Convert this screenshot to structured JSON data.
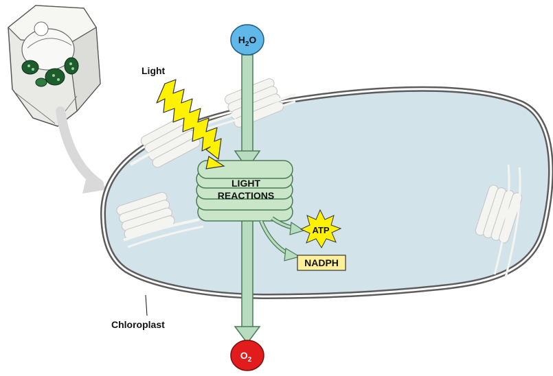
{
  "labels": {
    "light": "Light",
    "chloroplast": "Chloroplast",
    "light_reactions_line1": "LIGHT",
    "light_reactions_line2": "REACTIONS",
    "atp": "ATP",
    "nadph": "NADPH",
    "h2o_main": "H",
    "h2o_sub": "2",
    "h2o_tail": "O",
    "o2_main": "O",
    "o2_sub": "2"
  },
  "colors": {
    "stroma": "#d3e3ea",
    "membrane": "#5c5c5c",
    "thylakoid": "#f4f4f0",
    "reaction_green": "#c9e7c8",
    "reaction_stroke": "#4b7a55",
    "arrow_green": "#b7dcc0",
    "light_yellow": "#fff200",
    "h2o_blue": "#5fb8e8",
    "o2_red": "#e21c1c",
    "nadph_box": "#fff19a",
    "pointer_gray": "#d9d9d9",
    "cell_green": "#1d5c2c"
  },
  "icons": [
    "plant-cell-icon",
    "lightning-icon",
    "atp-starburst-icon"
  ]
}
